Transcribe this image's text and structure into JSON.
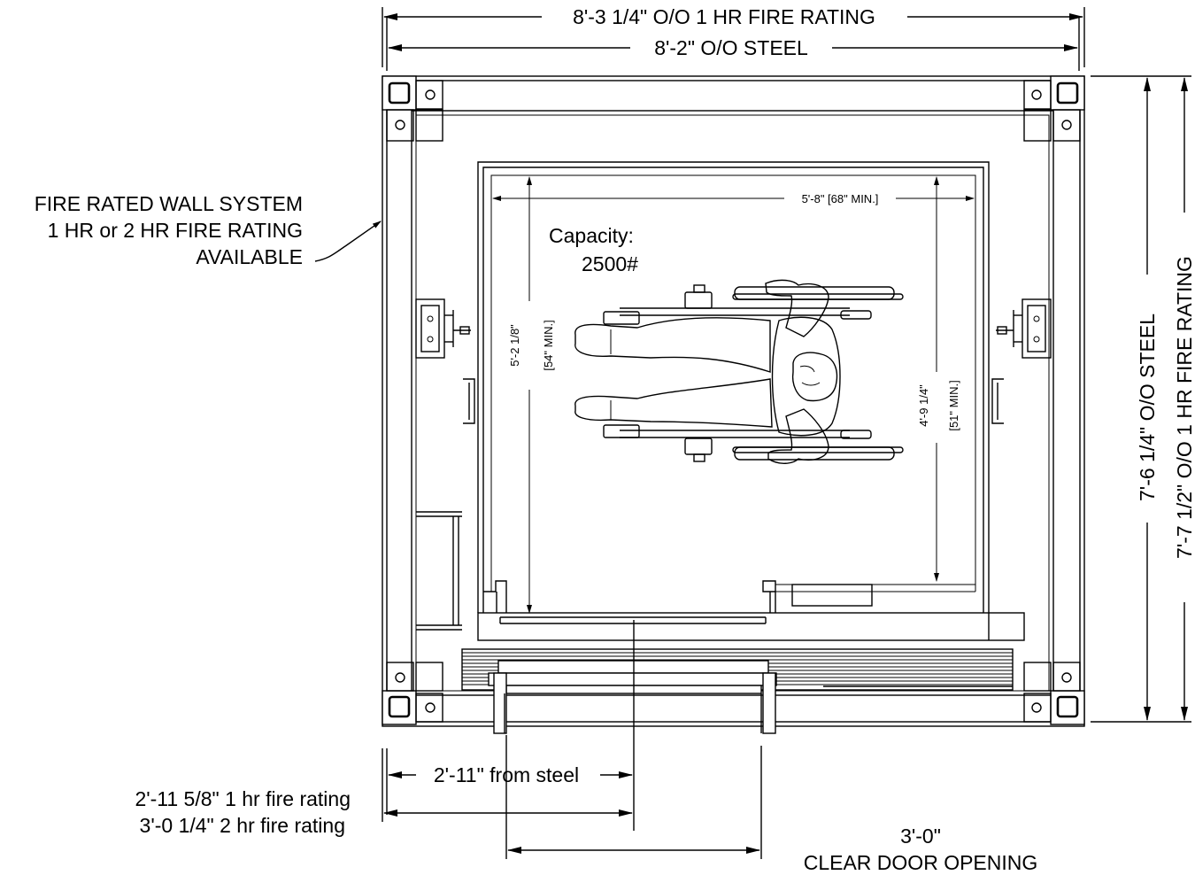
{
  "dimensions": {
    "top_fire": "8'-3 1/4\" O/O 1 HR FIRE RATING",
    "top_steel": "8'-2\" O/O STEEL",
    "right_steel": "7'-6 1/4\" O/O STEEL",
    "right_fire": "7'-7 1/2\" O/O 1 HR FIRE RATING",
    "inner_width": "5'-8\" [68\" MIN.]",
    "inner_depth_ft": "5'-2 1/8\"",
    "inner_depth_in": "[54\" MIN.]",
    "clear_depth_ft": "4'-9 1/4\"",
    "clear_depth_in": "[51\" MIN.]",
    "from_steel": "2'-11\" from steel",
    "fire_1hr": "2'-11 5/8\" 1 hr fire rating",
    "fire_2hr": "3'-0 1/4\" 2 hr fire rating",
    "door_width": "3'-0\"",
    "door_label": "CLEAR DOOR OPENING"
  },
  "wall_note": {
    "line1": "FIRE RATED WALL SYSTEM",
    "line2": "1 HR or 2 HR FIRE RATING",
    "line3": "AVAILABLE"
  },
  "capacity": {
    "label": "Capacity:",
    "value": "2500#"
  }
}
